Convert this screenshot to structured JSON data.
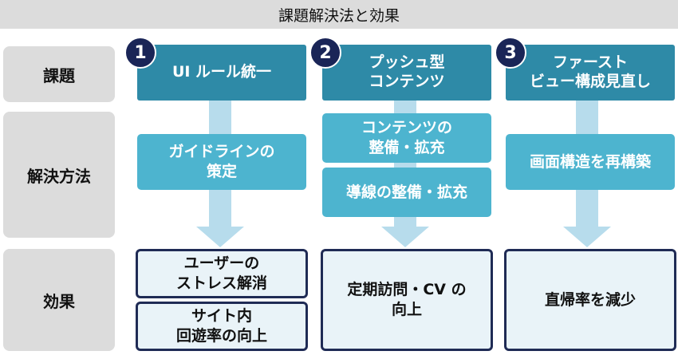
{
  "title": "課題解決法と効果",
  "row_labels": [
    "課題",
    "解決方法",
    "効果"
  ],
  "columns": [
    {
      "number": "1",
      "issue": "UI ルール統一",
      "solutions": [
        "ガイドラインの\n策定"
      ],
      "effects": [
        "ユーザーの\nストレス解消",
        "サイト内\n回遊率の向上"
      ]
    },
    {
      "number": "2",
      "issue": "プッシュ型\nコンテンツ",
      "solutions": [
        "コンテンツの\n整備・拡充",
        "導線の整備・拡充"
      ],
      "effects": [
        "定期訪問・CV の\n向上"
      ]
    },
    {
      "number": "3",
      "issue": "ファースト\nビュー構成見直し",
      "solutions": [
        "画面構造を再構築"
      ],
      "effects": [
        "直帰率を減少"
      ]
    }
  ],
  "colors": {
    "issue_fill": "#2e8aa7",
    "solution_fill": "#4db4cf",
    "effect_border": "#1f2b55",
    "effect_fill": "#e9f3f8",
    "badge_fill": "#1a2557",
    "arrow": "#b7dcec",
    "label_fill": "#dcdcdc"
  }
}
